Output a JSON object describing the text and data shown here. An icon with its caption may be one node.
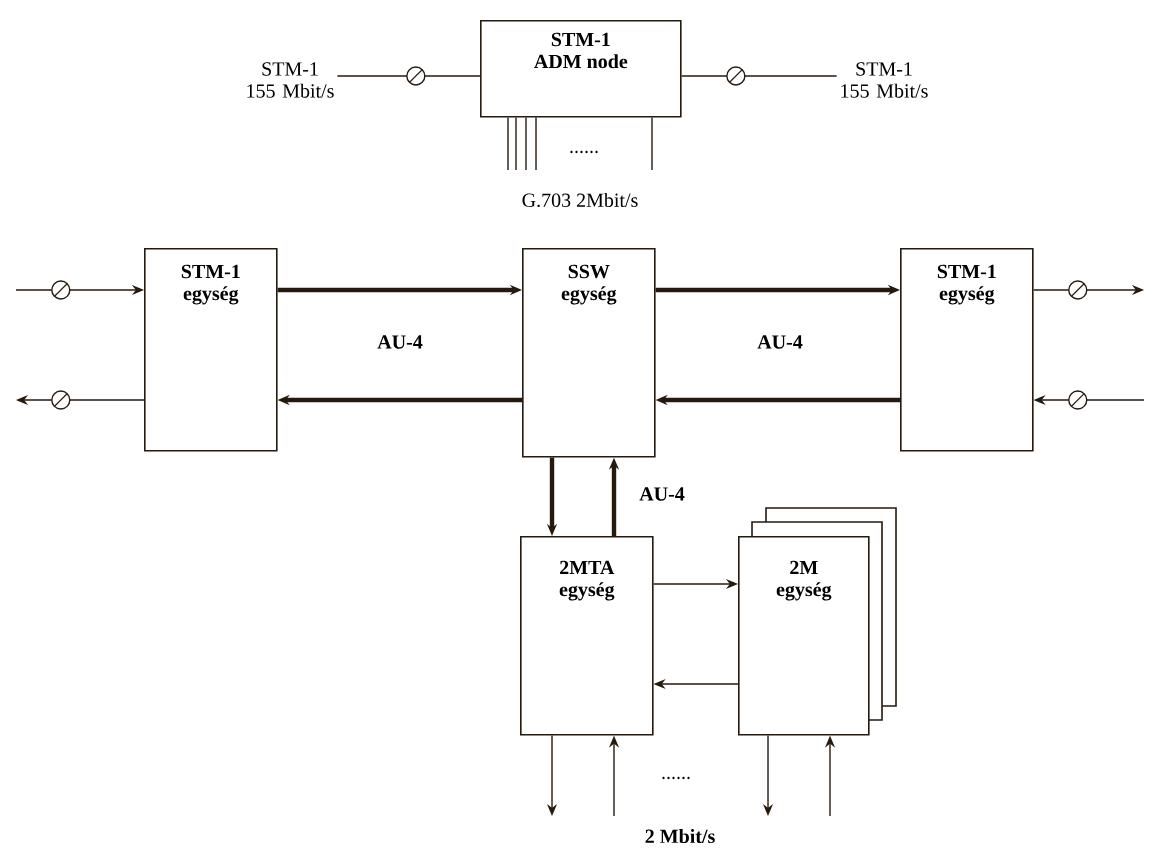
{
  "diagram": {
    "nodes": [
      {
        "text": [
          "STM-1 ADM node"
        ]
      },
      {
        "text": [
          "STM-1 155 Mbit/s"
        ]
      },
      {
        "text": [
          "STM-1 155 Mbit/s"
        ]
      },
      {
        "text": [
          "STM-1 egység"
        ]
      },
      {
        "text": [
          "SSW egység"
        ]
      },
      {
        "text": [
          "STM-1 egység"
        ]
      },
      {
        "text": [
          "2MTA egység"
        ]
      },
      {
        "text": [
          "2M egység"
        ]
      }
    ],
    "edges": [
      {
        "from": 1,
        "to": 0,
        "arrow": "none"
      },
      {
        "from": 0,
        "to": 2,
        "arrow": "none"
      },
      {
        "from": 0,
        "to": null,
        "arrow": "none"
      },
      {
        "from": 0,
        "to": null,
        "arrow": "none"
      },
      {
        "from": 0,
        "to": null,
        "arrow": "none"
      },
      {
        "from": 0,
        "to": null,
        "arrow": "none"
      },
      {
        "from": 0,
        "to": null,
        "arrow": "none"
      },
      {
        "from": null,
        "to": 3,
        "arrow": "to"
      },
      {
        "from": 3,
        "to": null,
        "arrow": "to"
      },
      {
        "from": 3,
        "to": 4,
        "arrow": "to",
        "style": "thick"
      },
      {
        "from": 4,
        "to": 3,
        "arrow": "to",
        "style": "thick"
      },
      {
        "from": 4,
        "to": 5,
        "arrow": "to",
        "style": "thick"
      },
      {
        "from": 5,
        "to": 4,
        "arrow": "to",
        "style": "thick"
      },
      {
        "from": 5,
        "to": null,
        "arrow": "to"
      },
      {
        "from": null,
        "to": 5,
        "arrow": "to"
      },
      {
        "from": 4,
        "to": 6,
        "arrow": "to",
        "style": "thick"
      },
      {
        "from": 6,
        "to": 4,
        "arrow": "to",
        "style": "thick"
      },
      {
        "from": 6,
        "to": 7,
        "arrow": "to"
      },
      {
        "from": 7,
        "to": 6,
        "arrow": "to"
      },
      {
        "from": 6,
        "to": null,
        "arrow": "to"
      },
      {
        "from": null,
        "to": 6,
        "arrow": "to"
      },
      {
        "from": 7,
        "to": null,
        "arrow": "to"
      },
      {
        "from": null,
        "to": 7,
        "arrow": "to"
      }
    ],
    "labels": [
      "......",
      "G.703 2Mbit/s",
      "AU-4",
      "AU-4",
      "AU-4",
      "......",
      "2 Mbit/s"
    ]
  }
}
